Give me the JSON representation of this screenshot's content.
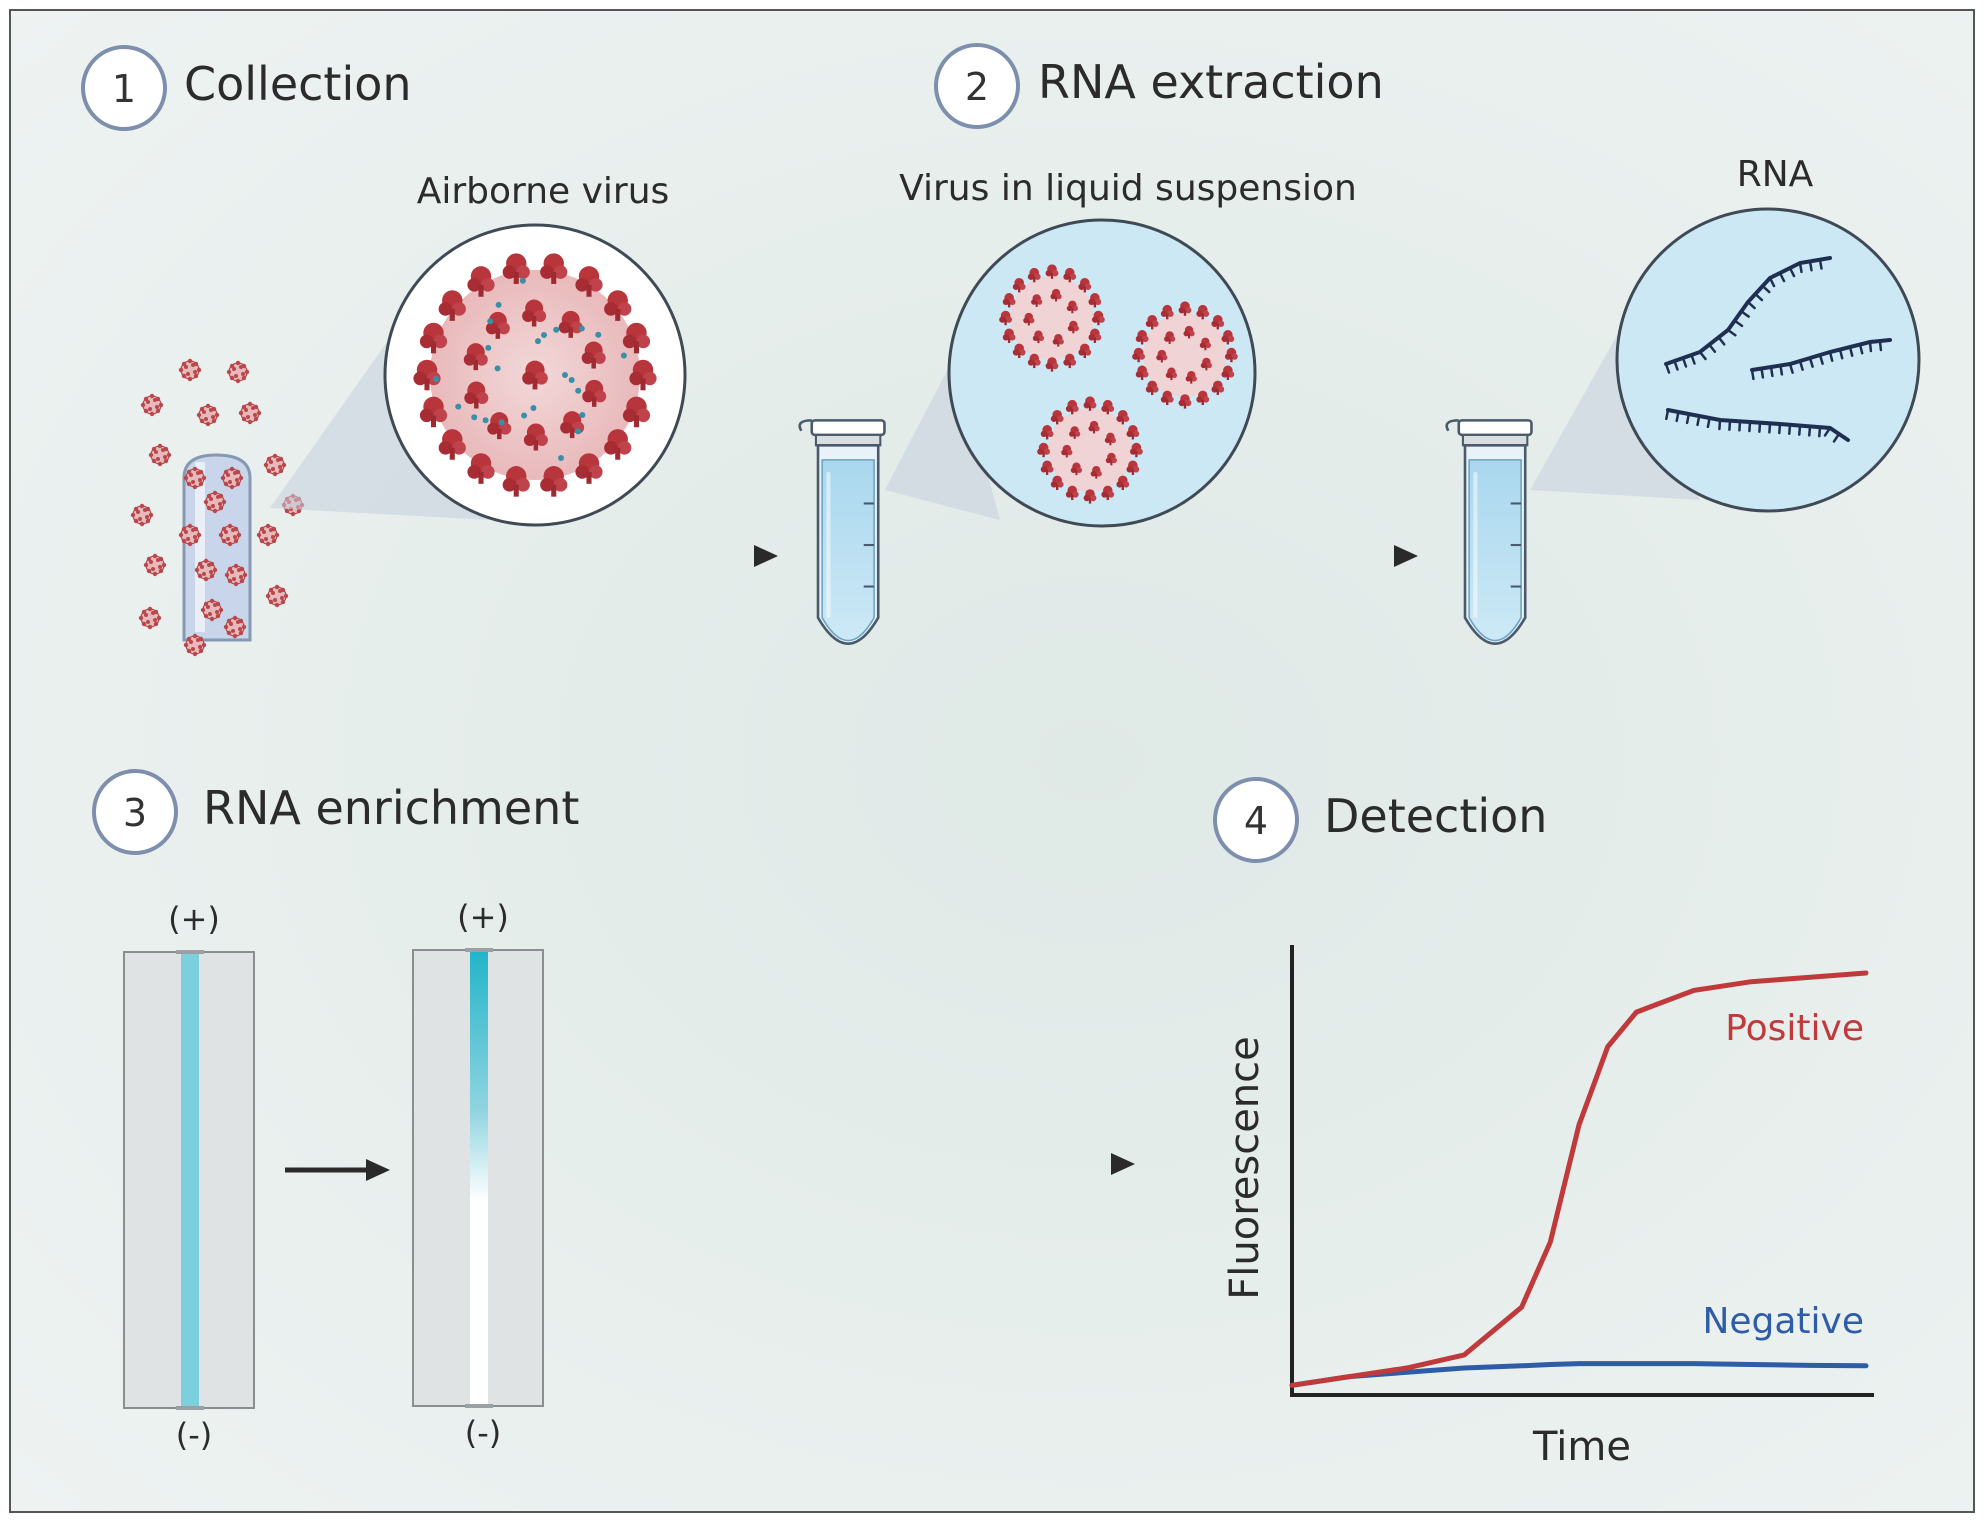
{
  "steps": [
    {
      "number": "1",
      "title": "Collection"
    },
    {
      "number": "2",
      "title": "RNA extraction"
    },
    {
      "number": "3",
      "title": "RNA enrichment"
    },
    {
      "number": "4",
      "title": "Detection"
    }
  ],
  "labels": {
    "airborne": "Airborne virus",
    "liquid": "Virus in liquid suspension",
    "rna": "RNA"
  },
  "enrichment": {
    "plus": "(+)",
    "minus": "(-)"
  },
  "chart": {
    "ylabel": "Fluorescence",
    "xlabel": "Time",
    "series": [
      {
        "name": "Positive",
        "color": "#c0393b"
      },
      {
        "name": "Negative",
        "color": "#2f5ca6"
      }
    ]
  },
  "chart_data": {
    "type": "line",
    "title": "",
    "xlabel": "Time",
    "ylabel": "Fluorescence",
    "x": [
      0,
      0.1,
      0.2,
      0.3,
      0.4,
      0.45,
      0.5,
      0.55,
      0.6,
      0.7,
      0.8,
      0.9,
      1.0
    ],
    "series": [
      {
        "name": "Positive",
        "values": [
          0.02,
          0.04,
          0.06,
          0.09,
          0.2,
          0.35,
          0.62,
          0.8,
          0.88,
          0.93,
          0.95,
          0.96,
          0.97
        ]
      },
      {
        "name": "Negative",
        "values": [
          0.02,
          0.04,
          0.05,
          0.06,
          0.065,
          0.068,
          0.07,
          0.07,
          0.07,
          0.07,
          0.068,
          0.066,
          0.065
        ]
      }
    ],
    "grid": false,
    "legend": "inline labels"
  }
}
